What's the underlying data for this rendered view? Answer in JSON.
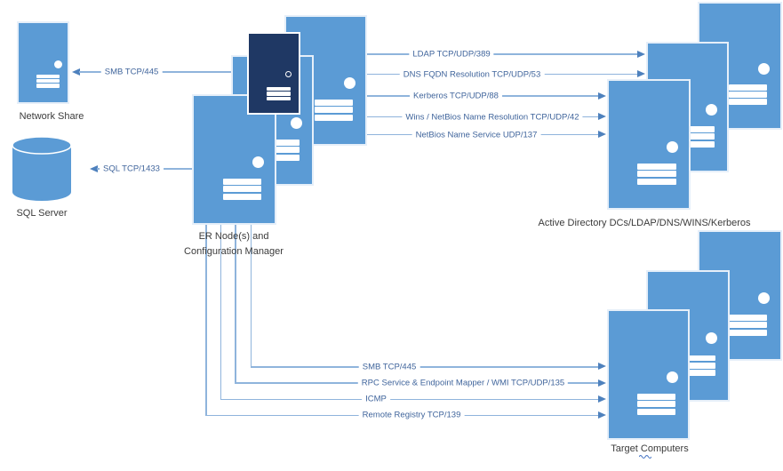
{
  "diagram": {
    "type": "network-ports-diagram",
    "colors": {
      "server_fill": "#5B9BD5",
      "server_dark_fill": "#1F3864",
      "icon_detail": "#FFFFFF",
      "connector_line": "#8FB4DC",
      "connector_arrow": "#4E81BD",
      "connector_label_text": "#40659C",
      "node_label_text": "#3B3B3B",
      "squiggle": "#4574C4"
    },
    "nodes": {
      "network_share": {
        "label": "Network Share",
        "icon": "server-icon"
      },
      "sql_server": {
        "label": "SQL Server",
        "icon": "database-cylinder-icon"
      },
      "er_nodes": {
        "label_line1": "ER Node(s) and",
        "label_line2": "Configuration Manager",
        "icon": "server-stack-icon",
        "server_count": 4
      },
      "active_directory": {
        "label": "Active Directory DCs/LDAP/DNS/WINS/Kerberos",
        "icon": "server-stack-icon",
        "server_count": 3
      },
      "target_computers": {
        "label": "Target Computers",
        "icon": "server-stack-icon",
        "server_count": 3
      }
    },
    "connectors": {
      "smb_share": {
        "label": "SMB TCP/445",
        "from": "er_nodes",
        "to": "network_share",
        "direction": "left"
      },
      "sql": {
        "label": "SQL TCP/1433",
        "from": "er_nodes",
        "to": "sql_server",
        "direction": "left"
      },
      "ldap": {
        "label": "LDAP TCP/UDP/389",
        "from": "er_nodes",
        "to": "active_directory",
        "direction": "right"
      },
      "dns": {
        "label": "DNS FQDN Resolution TCP/UDP/53",
        "from": "er_nodes",
        "to": "active_directory",
        "direction": "right"
      },
      "kerberos": {
        "label": "Kerberos TCP/UDP/88",
        "from": "er_nodes",
        "to": "active_directory",
        "direction": "right"
      },
      "wins": {
        "label": "Wins / NetBios Name Resolution TCP/UDP/42",
        "from": "er_nodes",
        "to": "active_directory",
        "direction": "right"
      },
      "netbios": {
        "label": "NetBios Name Service UDP/137",
        "from": "er_nodes",
        "to": "active_directory",
        "direction": "right"
      },
      "smb_target": {
        "label": "SMB TCP/445",
        "from": "er_nodes",
        "to": "target_computers",
        "direction": "right"
      },
      "rpc_wmi": {
        "label": "RPC Service & Endpoint Mapper / WMI TCP/UDP/135",
        "from": "er_nodes",
        "to": "target_computers",
        "direction": "right"
      },
      "icmp": {
        "label": "ICMP",
        "from": "er_nodes",
        "to": "target_computers",
        "direction": "right"
      },
      "remote_registry": {
        "label": "Remote Registry TCP/139",
        "from": "er_nodes",
        "to": "target_computers",
        "direction": "right"
      }
    }
  }
}
